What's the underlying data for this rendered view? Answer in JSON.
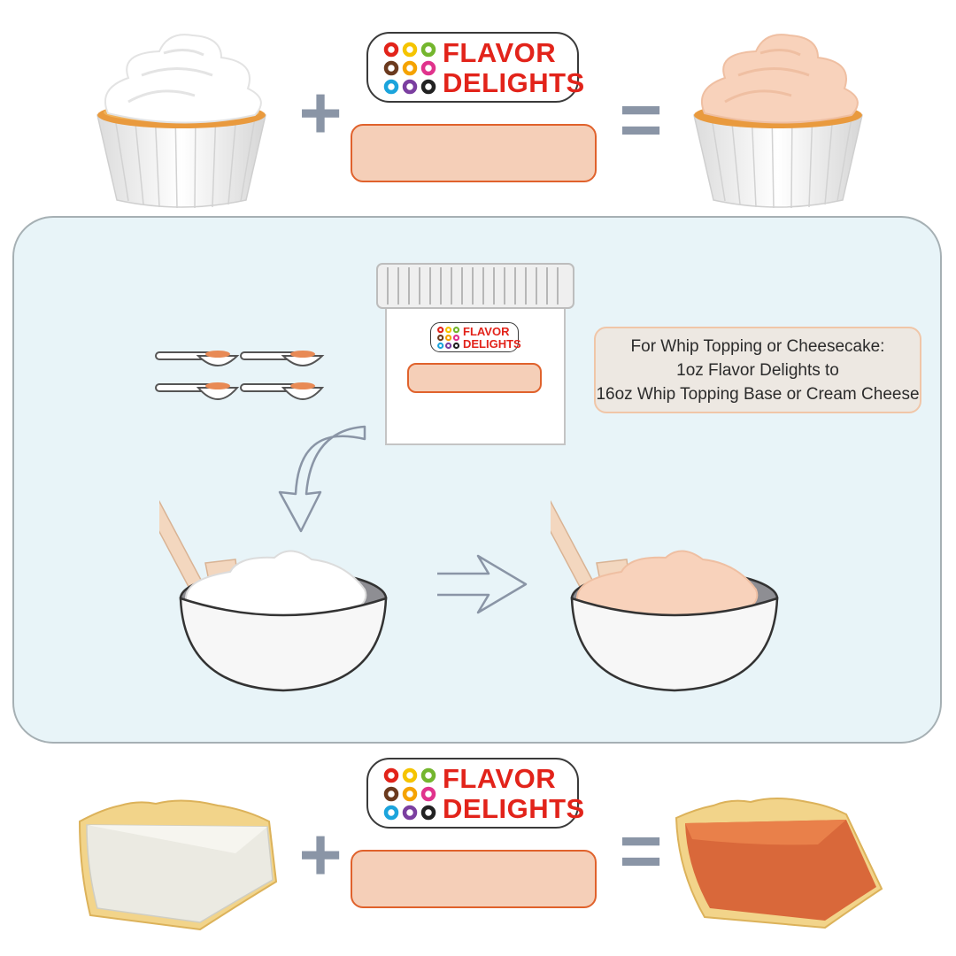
{
  "brand": {
    "line1": "FLAVOR",
    "line2": "DELIGHTS",
    "dot_colors": [
      "#e2231a",
      "#f5c400",
      "#74b62e",
      "#6b3a1e",
      "#f5a300",
      "#e0338c",
      "#1ba4dc",
      "#7b3fa0",
      "#222222"
    ],
    "text_color": "#e2231a"
  },
  "operators": {
    "plus": "+",
    "equals": "="
  },
  "instructions": {
    "line1": "For Whip Topping or Cheesecake:",
    "line2": "1oz Flavor Delights to",
    "line3": "16oz Whip Topping Base or Cream Cheese"
  },
  "colors": {
    "flavor_tint": "#f5cfb8",
    "flavor_border": "#e0622c",
    "panel_bg": "#e8f4f8",
    "arrow": "#8a95a6",
    "operator": "#8a95a6",
    "pie_filling": "#e0713f"
  },
  "icons": [
    "cupcake-plain-icon",
    "cupcake-flavored-icon",
    "jar-icon",
    "measuring-spoons-icon",
    "curved-arrow-icon",
    "right-arrow-icon",
    "bowl-plain-icon",
    "bowl-flavored-icon",
    "cheesecake-slice-icon",
    "flavored-pie-slice-icon"
  ]
}
